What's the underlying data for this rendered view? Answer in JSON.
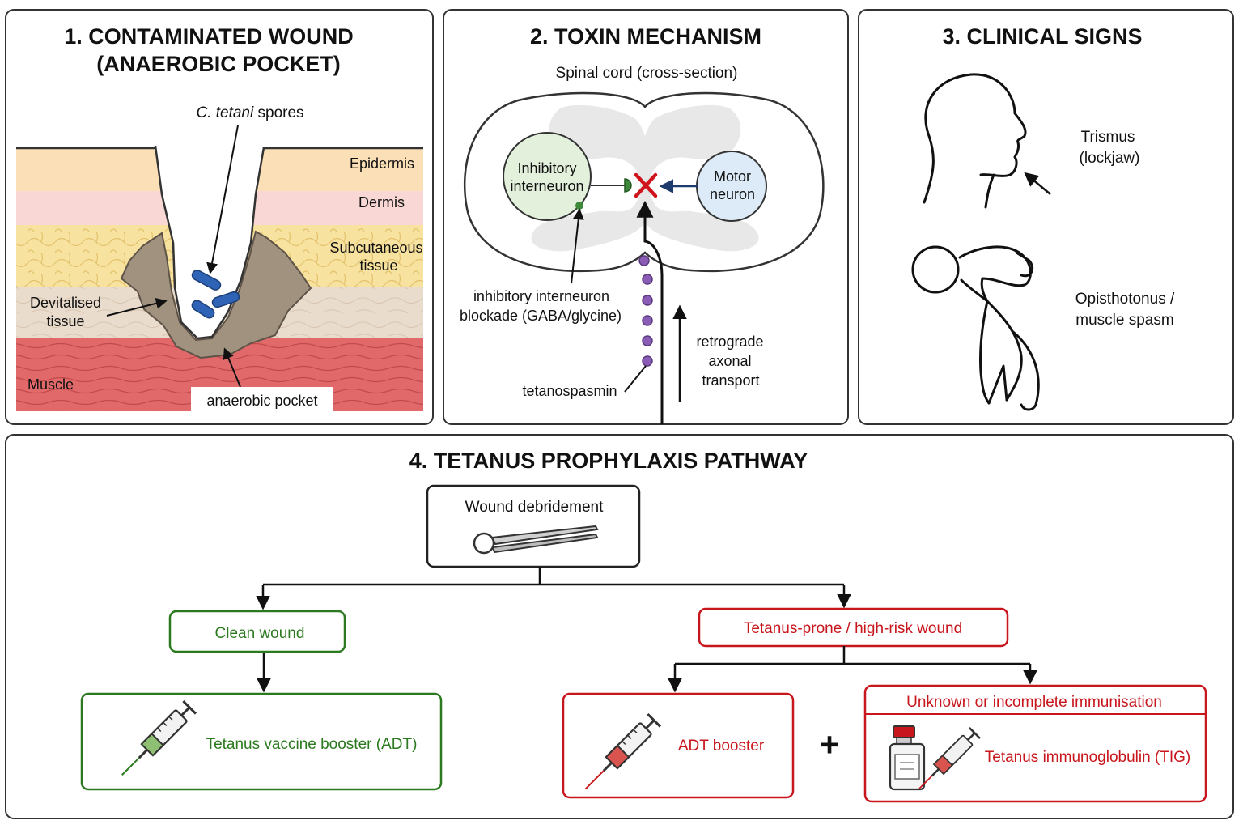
{
  "panels": {
    "wound": {
      "title_line1": "1. CONTAMINATED WOUND",
      "title_line2": "(ANAEROBIC POCKET)",
      "spores_italic": "C. tetani",
      "spores_rest": " spores",
      "epidermis": "Epidermis",
      "dermis": "Dermis",
      "subcutaneous_line1": "Subcutaneous",
      "subcutaneous_line2": "tissue",
      "devitalised_line1": "Devitalised",
      "devitalised_line2": "tissue",
      "muscle": "Muscle",
      "anaerobic_pocket": "anaerobic pocket"
    },
    "toxin": {
      "title": "2. TOXIN MECHANISM",
      "subtitle": "Spinal cord (cross-section)",
      "inhibitory_line1": "Inhibitory",
      "inhibitory_line2": "interneuron",
      "motor_line1": "Motor",
      "motor_line2": "neuron",
      "blockade_line1": "inhibitory interneuron",
      "blockade_line2": "blockade (GABA/glycine)",
      "tetanospasmin": "tetanospasmin",
      "retrograde_line1": "retrograde",
      "retrograde_line2": "axonal",
      "retrograde_line3": "transport"
    },
    "signs": {
      "title": "3. CLINICAL SIGNS",
      "trismus_line1": "Trismus",
      "trismus_line2": "(lockjaw)",
      "opistho_line1": "Opisthotonus /",
      "opistho_line2": "muscle spasm"
    },
    "pathway": {
      "title": "4. TETANUS PROPHYLAXIS PATHWAY",
      "debridement": "Wound debridement",
      "clean": "Clean wound",
      "high_risk": "Tetanus-prone / high-risk wound",
      "vaccine_booster": "Tetanus vaccine booster (ADT)",
      "adt_booster": "ADT booster",
      "plus": "+",
      "unknown_immunisation": "Unknown or incomplete immunisation",
      "tig": "Tetanus immunoglobulin (TIG)"
    }
  },
  "colors": {
    "green": "#2b7a1f",
    "red": "#c8161d",
    "spore_blue": "#2f63b5",
    "toxin_purple": "#8a5cb5"
  }
}
